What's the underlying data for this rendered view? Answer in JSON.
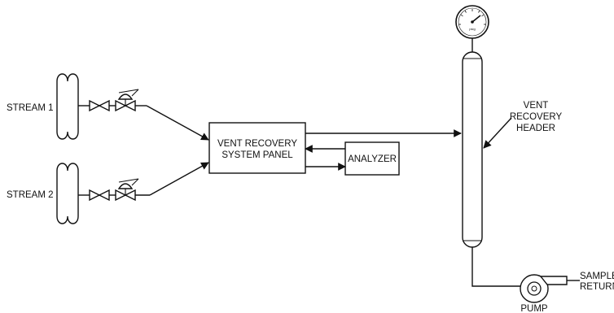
{
  "diagram": {
    "streams": [
      {
        "label": "STREAM 1"
      },
      {
        "label": "STREAM 2"
      }
    ],
    "panel": {
      "line1": "VENT RECOVERY",
      "line2": "SYSTEM PANEL"
    },
    "analyzer": {
      "label": "ANALYZER"
    },
    "header": {
      "line1": "VENT",
      "line2": "RECOVERY",
      "line3": "HEADER"
    },
    "sample_return": {
      "line1": "SAMPLE",
      "line2": "RETURN"
    },
    "pump": {
      "label": "PUMP"
    },
    "gauge": {
      "label": "psig"
    }
  }
}
